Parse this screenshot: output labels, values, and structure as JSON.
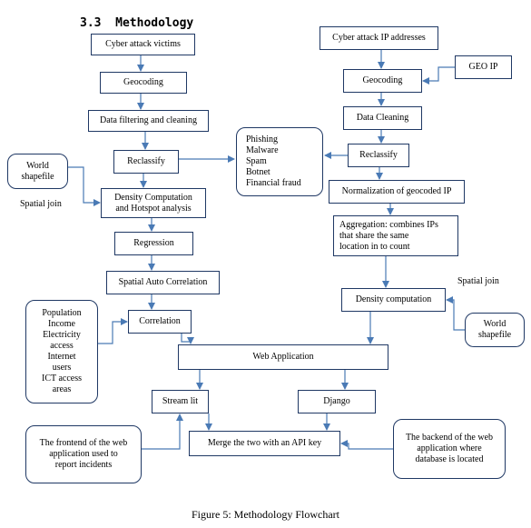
{
  "heading": "3.3  Methodology",
  "caption": "Figure 5: Methodology Flowchart",
  "nodes": {
    "cyber_attack_victims": "Cyber attack victims",
    "geocoding_left": "Geocoding",
    "data_filtering": "Data filtering and cleaning",
    "reclassify_left": "Reclassify",
    "world_shapefile_left": "World\nshapefile",
    "spatial_join_left": "Spatial join",
    "density_hotspot": "Density Computation\nand Hotspot analysis",
    "regression": "Regression",
    "spatial_autocorrelation": "Spatial Auto Correlation",
    "factors": "Population\nIncome\nElectricity\naccess\nInternet\nusers\nICT access\nareas",
    "correlation": "Correlation",
    "categories": "Phishing\nMalware\nSpam\nBotnet\nFinancial fraud",
    "cyber_attack_ips": "Cyber attack IP addresses",
    "geo_ip": "GEO IP",
    "geocoding_right": "Geocoding",
    "data_cleaning": "Data Cleaning",
    "reclassify_right": "Reclassify",
    "normalization": "Normalization of geocoded IP",
    "aggregation": "Aggregation: combines IPs\nthat share the same\nlocation in to count",
    "spatial_join_right": "Spatial join",
    "density_computation": "Density computation",
    "world_shapefile_right": "World\nshapefile",
    "web_application": "Web Application",
    "streamlit": "Stream lit",
    "django": "Django",
    "frontend_note": "The frontend of the web\napplication used to\nreport incidents",
    "merge": "Merge the two with an API key",
    "backend_note": "The backend of the web\napplication where\ndatabase is located"
  },
  "colors": {
    "box_border": "#1f3864",
    "arrow": "#4a7ab5"
  }
}
